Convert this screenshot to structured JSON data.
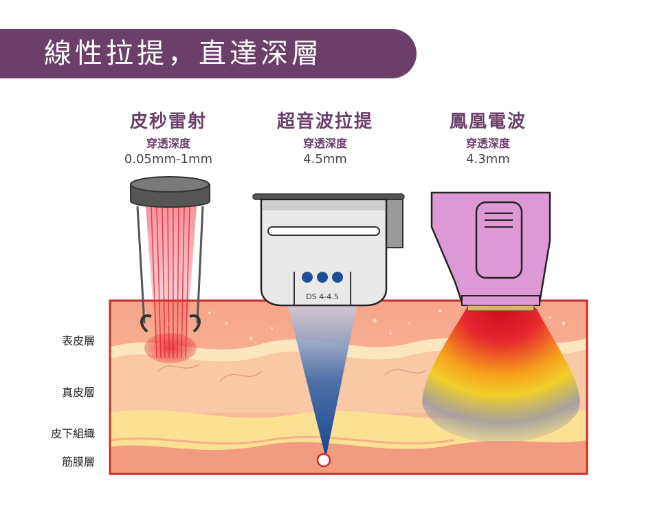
{
  "header": {
    "title": "線性拉提，直達深層"
  },
  "technologies": [
    {
      "name": "皮秒雷射",
      "depth_label": "穿透深度",
      "depth_value": "0.05mm-1mm"
    },
    {
      "name": "超音波拉提",
      "depth_label": "穿透深度",
      "depth_value": "4.5mm"
    },
    {
      "name": "鳳凰電波",
      "depth_label": "穿透深度",
      "depth_value": "4.3mm"
    }
  ],
  "layers": [
    "表皮層",
    "真皮層",
    "皮下組織",
    "筋膜層"
  ],
  "devices": {
    "ultrasound_cartridge_label": "DS 4-4.5"
  },
  "colors": {
    "brand_purple": "#6b3f6a",
    "laser_red": "#e8283a",
    "ultrasound_blue": "#1f4f93",
    "rf_pink": "#dd99d6"
  }
}
